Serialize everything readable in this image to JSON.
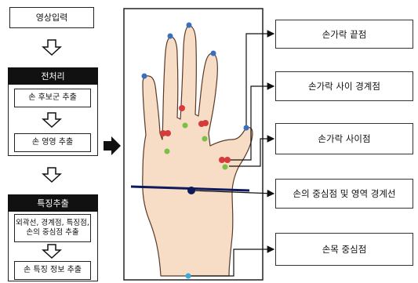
{
  "left_flow": {
    "input_label": "영상입력",
    "preprocess": {
      "header": "전처리",
      "step1": "손 후보군 추출",
      "step2": "손 영영 추출"
    },
    "feature": {
      "header": "특징추출",
      "step1": "외곽선, 경계점, 특징점,\n손의 중심점 추출",
      "step2": "손 특징 정보 추출"
    }
  },
  "labels": {
    "fingertip": "손가락 끝점",
    "between_boundary": "손가락 사이 경계점",
    "between_point": "손가락 사이점",
    "center_boundary": "손의 중심점 및 영역 경계선",
    "wrist_center": "손목 중심점"
  },
  "colors": {
    "fingertip": "#3a6fc0",
    "boundary": "#d63b3b",
    "between": "#7ac143",
    "center": "#0d1a5c",
    "wrist": "#39a9d8",
    "skin": "#f7dcc6"
  }
}
